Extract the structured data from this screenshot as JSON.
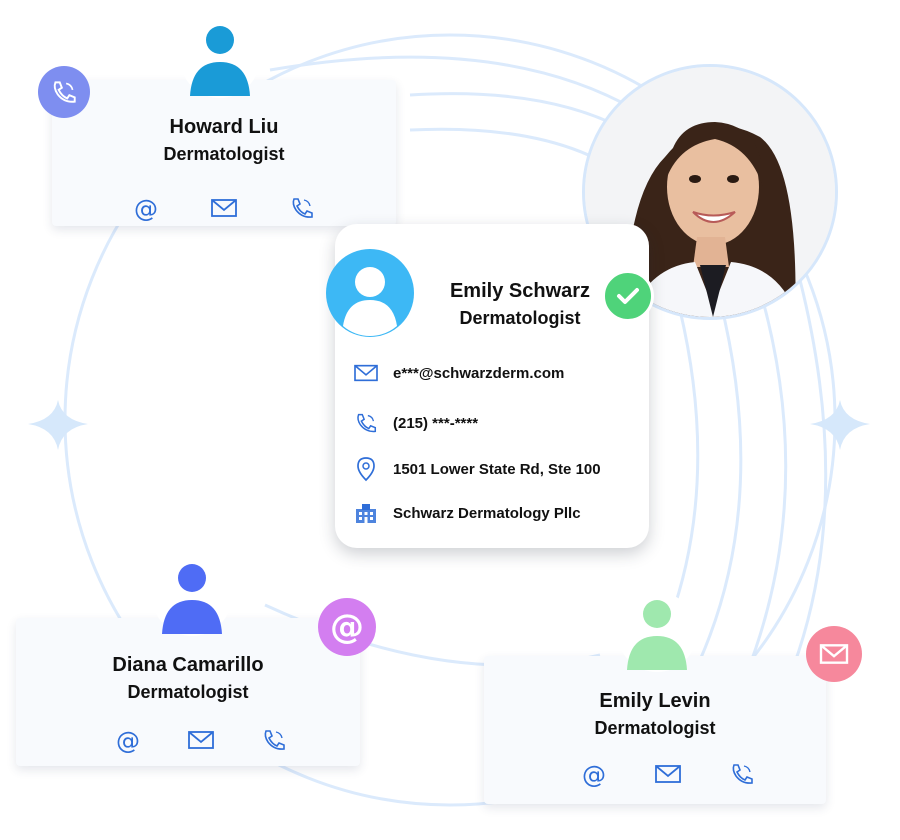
{
  "contacts": {
    "howard": {
      "name": "Howard Liu",
      "title": "Dermatologist"
    },
    "diana": {
      "name": "Diana Camarillo",
      "title": "Dermatologist"
    },
    "levin": {
      "name": "Emily Levin",
      "title": "Dermatologist"
    }
  },
  "main_contact": {
    "name": "Emily Schwarz",
    "title": "Dermatologist",
    "email": "e***@schwarzderm.com",
    "phone": "(215) ***-****",
    "address": "1501 Lower State Rd, Ste 100",
    "company": "Schwarz Dermatology Pllc"
  },
  "colors": {
    "icon_blue": "#2f6ed8",
    "avatar_howard": "#1a9bd7",
    "avatar_diana": "#4f6cf5",
    "avatar_levin": "#9fe8ae",
    "avatar_main": "#3db8f5",
    "badge_phone": "#7e8ef0",
    "badge_at": "#d37ef0",
    "badge_mail": "#f6889c",
    "badge_check": "#4fd37a",
    "ring": "#dbeafc"
  },
  "icons": [
    "phone-icon",
    "at-icon",
    "mail-icon",
    "location-icon",
    "building-icon",
    "check-icon",
    "user-icon"
  ]
}
